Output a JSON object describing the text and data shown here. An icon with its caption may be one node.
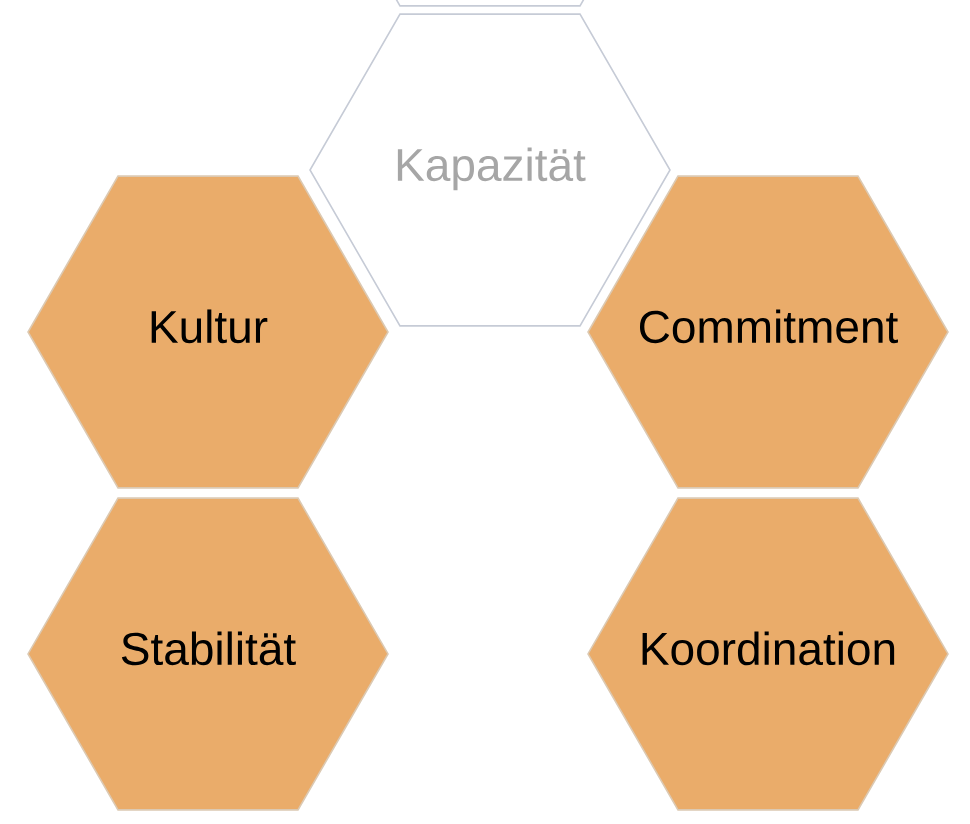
{
  "diagram": {
    "nodes": [
      {
        "text": [],
        "shape": "hexagon"
      },
      {
        "text": [
          "Kapazität"
        ]
      },
      {
        "text": [
          "Kultur"
        ]
      },
      {
        "text": [
          "Commitment"
        ]
      },
      {
        "text": [
          "Stabilität"
        ]
      },
      {
        "text": [
          "Koordination"
        ]
      }
    ]
  }
}
